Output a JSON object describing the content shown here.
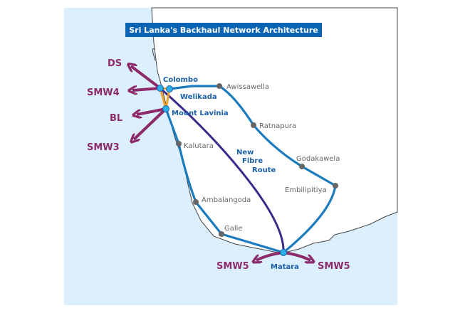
{
  "title": "Sri Lanka's Backhaul Network Architecture",
  "hubs": {
    "colombo": "Colombo",
    "welikada": "Welikada",
    "mount_lavinia": "Mount Lavinia",
    "matara": "Matara"
  },
  "cities": {
    "awissawella": "Awissawella",
    "ratnapura": "Ratnapura",
    "kalutara": "Kalutara",
    "godakawela": "Godakawela",
    "embilipitiya": "Embilipitiya",
    "ambalangoda": "Ambalangoda",
    "galle": "Galle"
  },
  "new_route": [
    "New",
    "Fibre",
    "Route"
  ],
  "cables": {
    "ds": "DS",
    "smw4": "SMW4",
    "bl": "BL",
    "smw3": "SMW3",
    "smw5_west": "SMW5",
    "smw5_east": "SMW5"
  },
  "colors": {
    "sea": "#dcefff",
    "route": "#1a7bbf",
    "new_route": "#3a2a8c",
    "ring": "#f0a030",
    "cable": "#8c2a6a",
    "title_bg": "#0a64b4"
  }
}
